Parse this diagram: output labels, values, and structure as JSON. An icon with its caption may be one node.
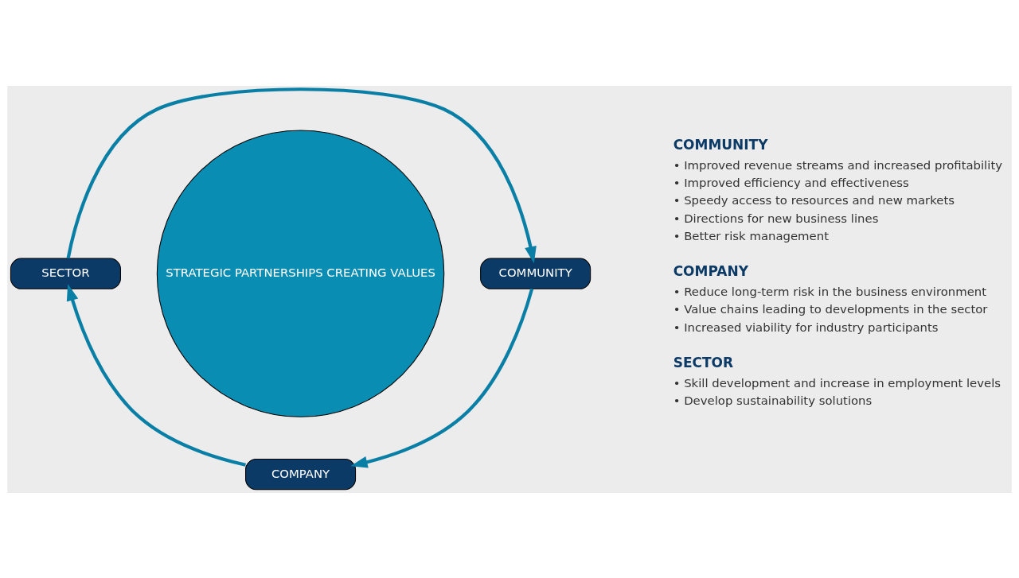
{
  "diagram": {
    "nodes": [
      {
        "text": [
          "STRATEGIC PARTNERSHIPS CREATING VALUES"
        ]
      },
      {
        "text": [
          "COMMUNITY"
        ]
      },
      {
        "text": [
          "COMPANY"
        ]
      },
      {
        "text": [
          "SECTOR"
        ]
      }
    ],
    "edges": [
      {
        "from": 3,
        "to": 1,
        "arrow": "to"
      },
      {
        "from": 1,
        "to": 2,
        "arrow": "to"
      },
      {
        "from": 2,
        "to": 3,
        "arrow": "to"
      }
    ],
    "labels": [
      "COMMUNITY",
      "• Improved revenue streams and increased profitability",
      "• Improved efficiency and effectiveness",
      "• Speedy access to resources and new markets",
      "• Directions for new business lines",
      "• Better risk management",
      "COMPANY",
      "• Reduce long-term risk in the business environment",
      "• Value chains leading to developments in the sector",
      "• Increased viability for industry participants",
      "SECTOR",
      "• Skill development and increase in employment levels",
      "• Develop sustainability solutions"
    ]
  }
}
